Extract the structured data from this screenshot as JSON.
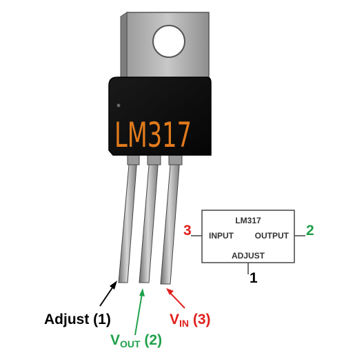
{
  "component": {
    "marking": "LM317",
    "marking_color": "#e07a1c"
  },
  "pin_labels": {
    "adjust": {
      "text": "Adjust (1)",
      "color": "#000000"
    },
    "vout": {
      "prefix": "V",
      "sub": "OUT",
      "suffix": " (2)",
      "color": "#1fa04a"
    },
    "vin": {
      "prefix": "V",
      "sub": "IN",
      "suffix": " (3)",
      "color": "#e0201c"
    }
  },
  "schematic": {
    "title": "LM317",
    "input_label": "INPUT",
    "output_label": "OUTPUT",
    "adjust_label": "ADJUST",
    "pin_input": "3",
    "pin_output": "2",
    "pin_adjust": "1",
    "pin_input_color": "#e0201c",
    "pin_output_color": "#1fa04a",
    "pin_adjust_color": "#000000"
  }
}
